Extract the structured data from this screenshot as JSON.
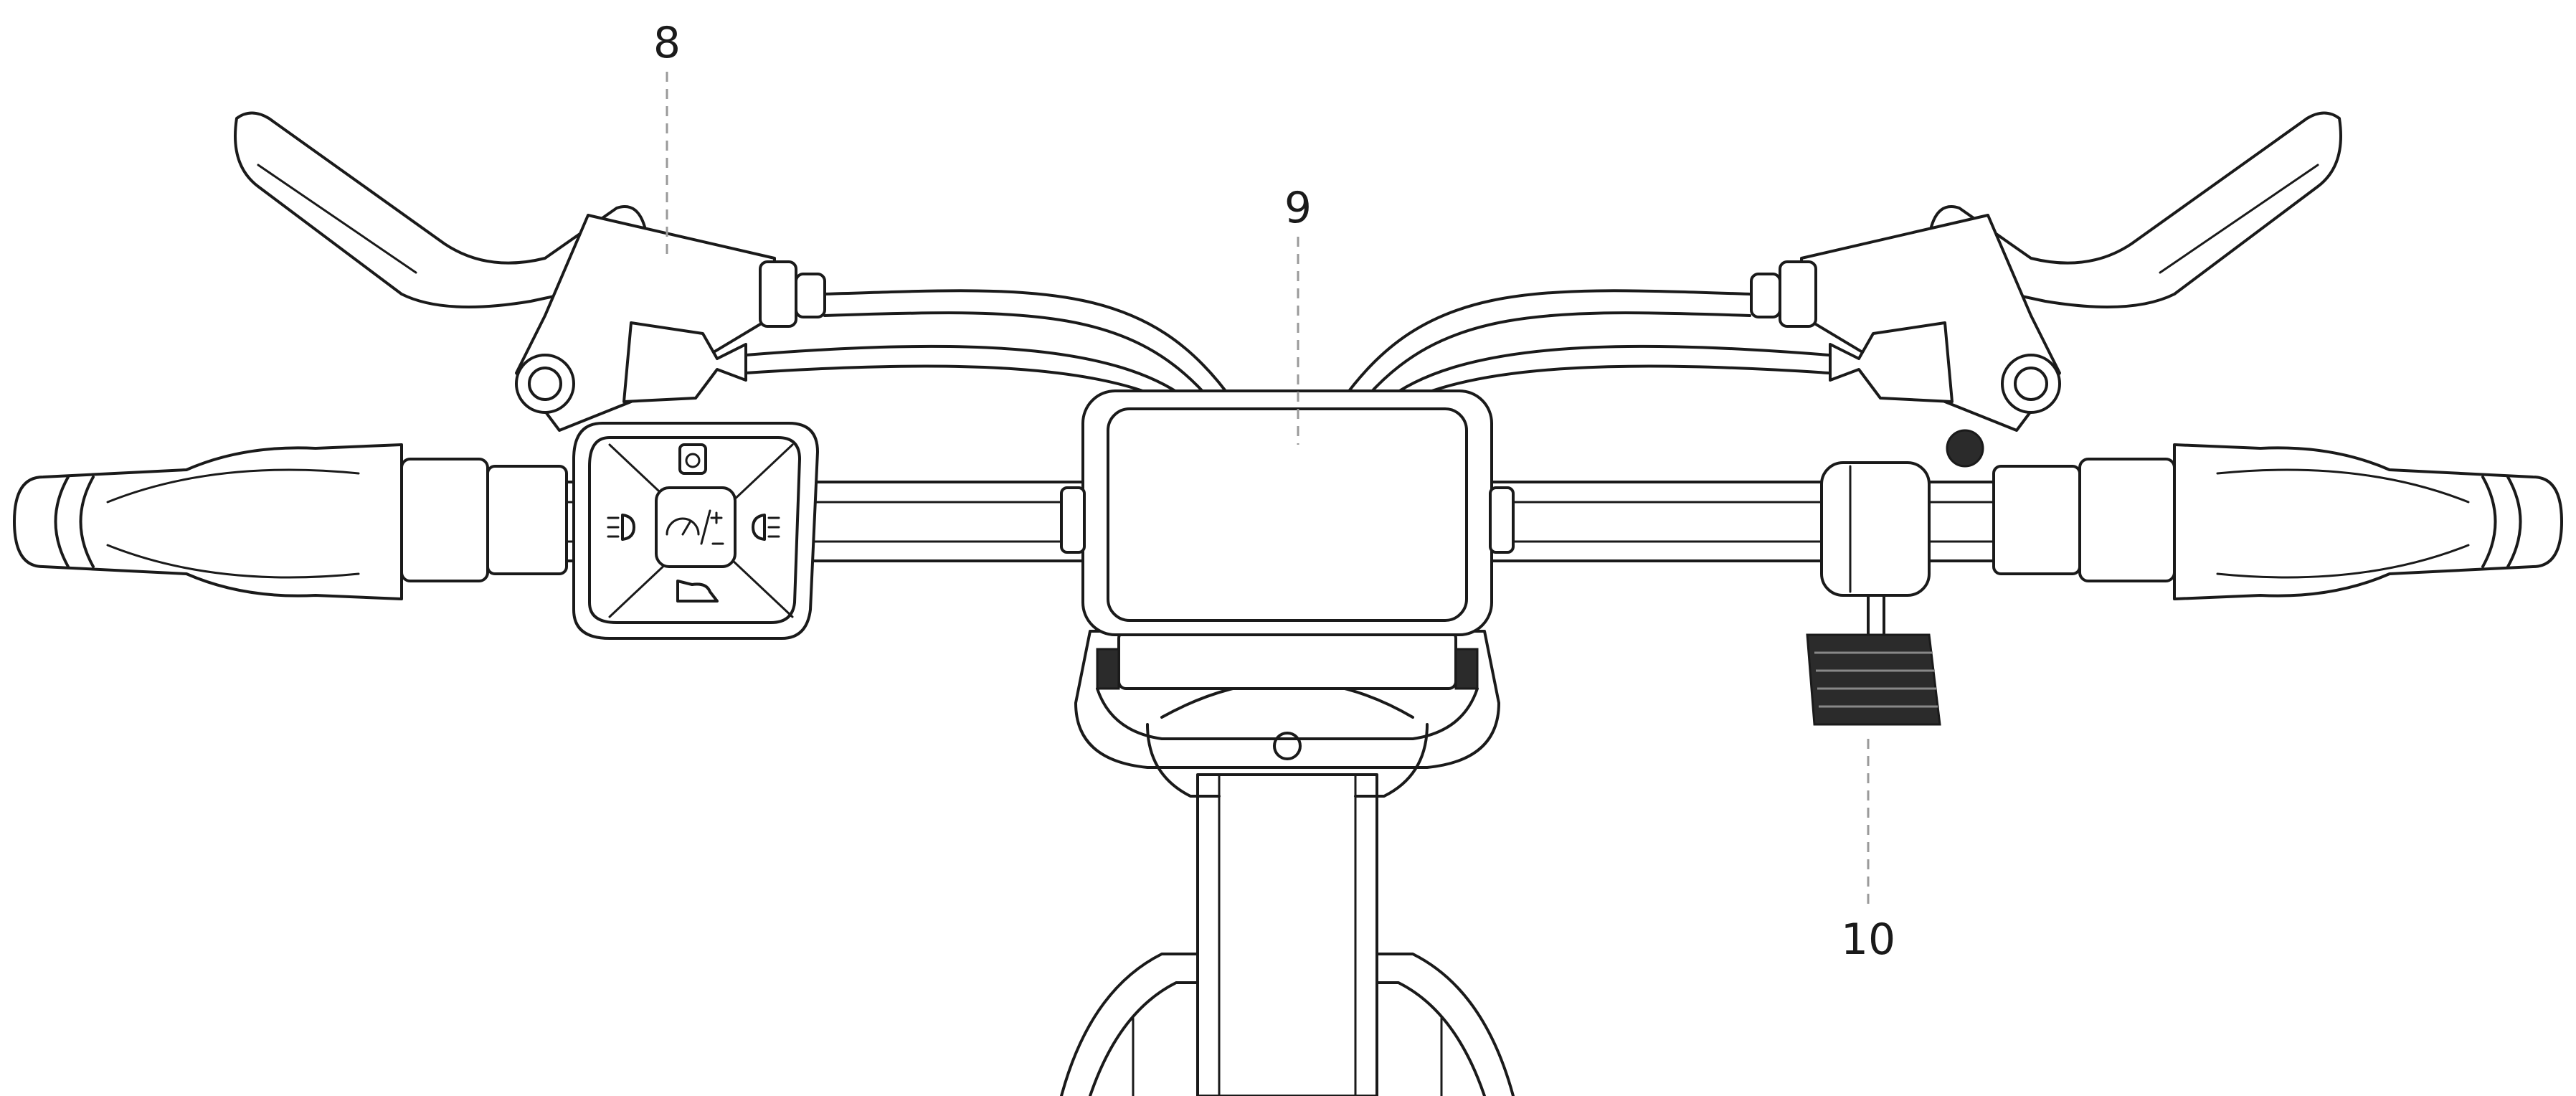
{
  "callouts": [
    {
      "id": "8",
      "label": "8"
    },
    {
      "id": "9",
      "label": "9"
    },
    {
      "id": "10",
      "label": "10"
    }
  ],
  "controller_icons": {
    "top": "power-icon",
    "center": "speedometer-plus-minus-icon",
    "left": "headlight-icon",
    "right": "high-beam-icon",
    "bottom": "horn-icon"
  },
  "colors": {
    "line": "#1a1a1a",
    "leader": "#9a9a9a",
    "background": "#ffffff"
  }
}
